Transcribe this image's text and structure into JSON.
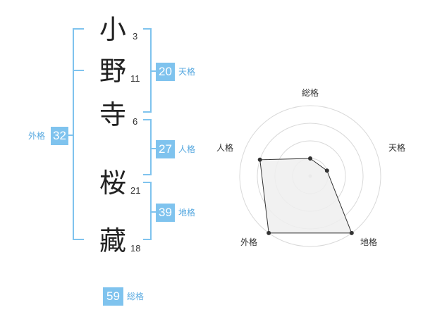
{
  "name": {
    "characters": [
      {
        "char": "小",
        "strokes": "3"
      },
      {
        "char": "野",
        "strokes": "11"
      },
      {
        "char": "寺",
        "strokes": "6"
      },
      {
        "char": "桜",
        "strokes": "21"
      },
      {
        "char": "藏",
        "strokes": "18"
      }
    ]
  },
  "fortunes": {
    "tenkaku": {
      "value": "20",
      "label": "天格"
    },
    "jinkaku": {
      "value": "27",
      "label": "人格"
    },
    "chikaku": {
      "value": "39",
      "label": "地格"
    },
    "gaikaku": {
      "value": "32",
      "label": "外格"
    },
    "soukaku": {
      "value": "59",
      "label": "総格"
    }
  },
  "colors": {
    "accent": "#7fc3ee",
    "accent_text": "#58a9e0",
    "bracket": "#7fc3ee",
    "radar_fill": "#eeeeee",
    "radar_stroke": "#333333",
    "ring": "#d9d9d9"
  },
  "chart_data": {
    "type": "radar",
    "axes": [
      "総格",
      "天格",
      "地格",
      "外格",
      "人格"
    ],
    "ring_levels": 4,
    "values": [
      1,
      1,
      4,
      4,
      3
    ],
    "max": 4
  }
}
